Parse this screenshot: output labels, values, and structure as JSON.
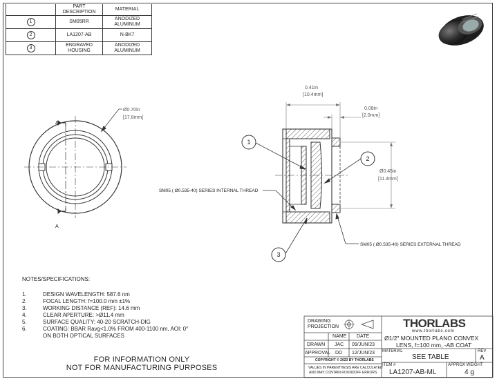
{
  "parts_table": {
    "headers": [
      "",
      "PART DESCRIPTION",
      "MATERIAL"
    ],
    "rows": [
      {
        "num": "1",
        "desc": "SM05RR",
        "mat": "ANODIZED ALUMINUM"
      },
      {
        "num": "2",
        "desc": "LA1207-AB",
        "mat": "N-BK7"
      },
      {
        "num": "3",
        "desc": "ENGRAVED HOUSING",
        "mat": "ANODIZED ALUMINUM"
      }
    ]
  },
  "dimensions": {
    "outer_diameter_in": "Ø0.70in",
    "outer_diameter_mm": "[17.8mm]",
    "length_in": "0.41in",
    "length_mm": "[10.4mm]",
    "lip_in": "0.08in",
    "lip_mm": "[2.0mm]",
    "aperture_in": "Ø0.45in",
    "aperture_mm": "[11.4mm]"
  },
  "section_labels": {
    "top": "A",
    "bottom": "A"
  },
  "balloons": [
    "1",
    "2",
    "3"
  ],
  "callouts": {
    "internal_thread": "SM05 ( Ø0.535-40) SERIES INTERNAL THREAD",
    "external_thread": "SM05 ( Ø0.535-40) SERIES EXTERNAL THREAD"
  },
  "notes": {
    "title": "NOTES/SPECIFICATIONS:",
    "items": [
      {
        "num": "1.",
        "text": "DESIGN WAVELENGTH: 587.6 nm"
      },
      {
        "num": "2.",
        "text": "FOCAL LENGTH: f=100.0 mm ±1%"
      },
      {
        "num": "3.",
        "text": "WORKING DISTANCE (REF): 14.6 mm"
      },
      {
        "num": "4.",
        "text": "CLEAR APERTURE: >Ø11.4 mm"
      },
      {
        "num": "5.",
        "text": "SURFACE QUALITY: 40-20 SCRATCH-DIG"
      },
      {
        "num": "6.",
        "text": "COATING: BBAR Ravg<1.0% FROM 400-1100 nm, AOI: 0°"
      },
      {
        "num": "",
        "text": "ON BOTH OPTICAL SURFACES"
      }
    ]
  },
  "disclaimer": {
    "line1": "FOR INFORMATION ONLY",
    "line2": "NOT FOR MANUFACTURING PURPOSES"
  },
  "title_block": {
    "drawing_projection": "DRAWING PROJECTION",
    "col_name": "NAME",
    "col_date": "DATE",
    "drawn_label": "DRAWN",
    "drawn_name": "JAC",
    "drawn_date": "09/JUN/23",
    "approval_label": "APPROVAL",
    "approval_name": "DD",
    "approval_date": "12/JUN/23",
    "copyright": "COPYRIGHT © 2023 BY THORLABS",
    "values_note_1": "VALUES IN PARENTHESIS ARE CALCULATED",
    "values_note_2": "AND MAY CONTAIN ROUNDOFF ERRORS",
    "logo": "THORLABS",
    "url": "www.thorlabs.com",
    "title_line1": "Ø1/2\" MOUNTED PLANO CONVEX",
    "title_line2": "LENS, f=100 mm, -AB COAT",
    "material_label": "MATERIAL",
    "material_value": "SEE TABLE",
    "rev_label": "REV",
    "rev_value": "A",
    "item_label": "ITEM #",
    "item_value": "LA1207-AB-ML",
    "weight_label": "APPROX WEIGHT",
    "weight_value": "4 g"
  }
}
